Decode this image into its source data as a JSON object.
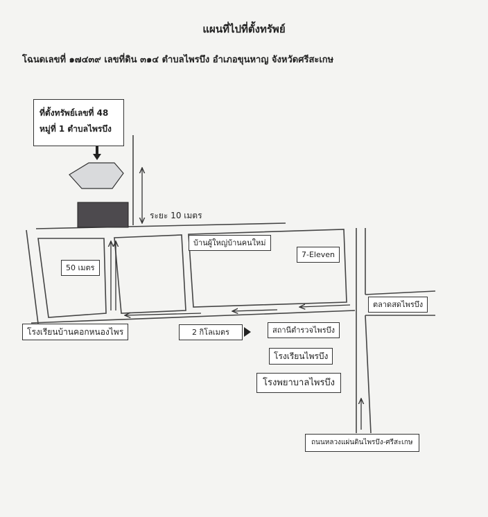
{
  "title": "แผนที่ไปที่ตั้งทรัพย์",
  "subtitle": "โฉนดเลขที่ ๑๗๔๓๙ เลขที่ดิน ๓๑๔ ตำบลไพรบึง อำเภอขุนหาญ จังหวัดศรีสะเกษ",
  "property_callout": {
    "line1": "ที่ตั้งทรัพย์เลขที่ 48",
    "line2": "หมู่ที่ 1 ตำบลไพรบึง"
  },
  "distance_10m": "ระยะ 10 เมตร",
  "labels": {
    "village_chief": "บ้านผู้ใหญ่บ้านคนใหม่",
    "seven_eleven": "7-Eleven",
    "distance_50m": "50 เมตร",
    "market": "ตลาดสดไพรบึง",
    "school_baan_khok": "โรงเรียนบ้านคอกหนองไพร",
    "distance_2km": "2 กิโลเมตร",
    "police_station": "สถานีตำรวจไพรบึง",
    "school_phrai_bueng": "โรงเรียนไพรบึง",
    "hospital": "โรงพยาบาลไพรบึง",
    "highway": "ถนนหลวงแผ่นดินไพรบึง-ศรีสะเกษ"
  }
}
